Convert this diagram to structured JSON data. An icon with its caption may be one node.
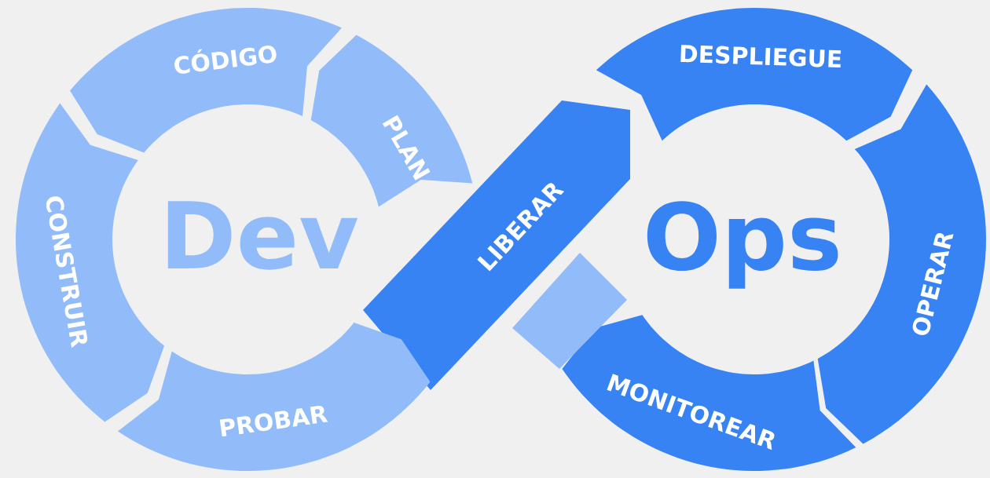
{
  "diagram": {
    "nodes": [
      {
        "text": [
          "CÓDIGO"
        ]
      },
      {
        "text": [
          "PLAN"
        ]
      },
      {
        "text": [
          "LIBERAR"
        ]
      },
      {
        "text": [
          "DESPLIEGUE"
        ]
      },
      {
        "text": [
          "OPERAR"
        ]
      },
      {
        "text": [
          "MONITOREAR"
        ]
      },
      {
        "text": [
          "PROBAR"
        ]
      },
      {
        "text": [
          "CONSTRUIR"
        ]
      },
      {
        "text": [],
        "shape": "band"
      }
    ],
    "labels": [
      "Dev",
      "Ops"
    ]
  }
}
